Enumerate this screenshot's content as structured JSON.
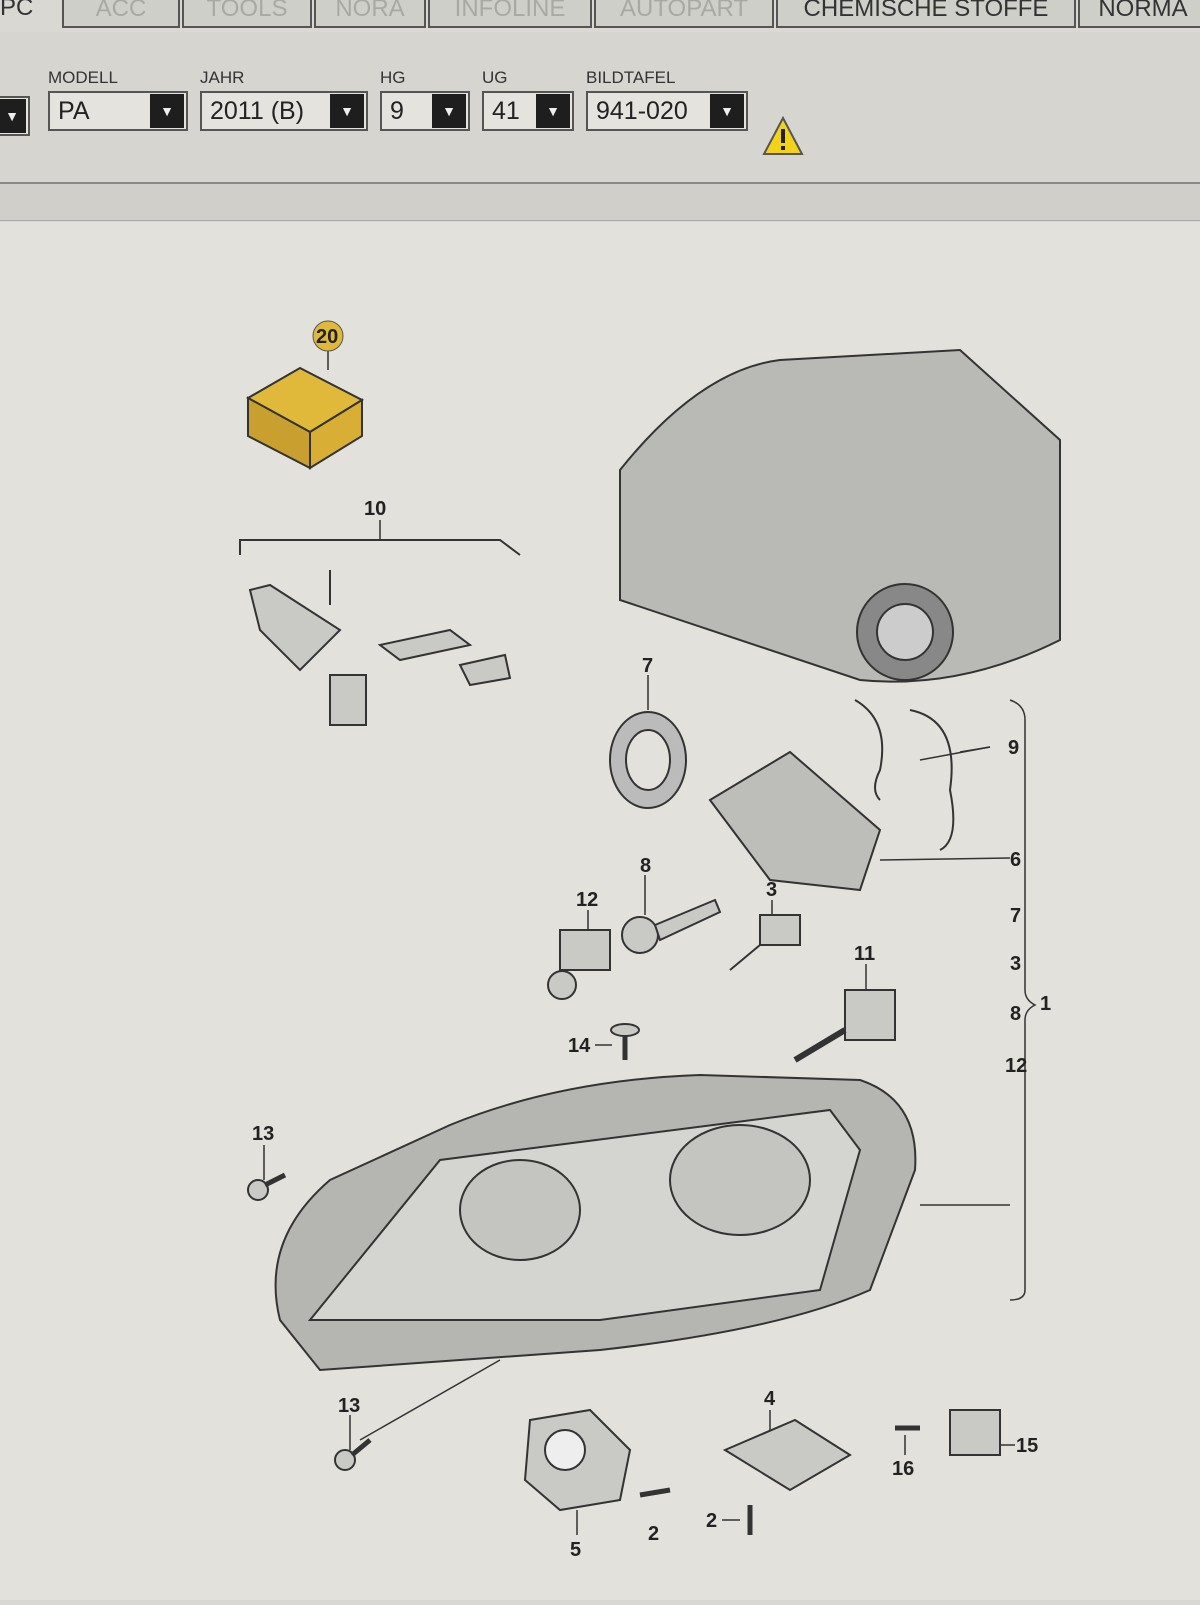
{
  "tabs": [
    {
      "label": "PC"
    },
    {
      "label": "ACC"
    },
    {
      "label": "TOOLS"
    },
    {
      "label": "NORA"
    },
    {
      "label": "INFOLINE"
    },
    {
      "label": "AUTOPART"
    },
    {
      "label": "CHEMISCHE STOFFE"
    },
    {
      "label": "NORMA"
    }
  ],
  "selectors": {
    "modell": {
      "label": "MODELL",
      "value": "PA"
    },
    "jahr": {
      "label": "JAHR",
      "value": "2011 (B)"
    },
    "hg": {
      "label": "HG",
      "value": "9"
    },
    "ug": {
      "label": "UG",
      "value": "41"
    },
    "bildtafel": {
      "label": "BILDTAFEL",
      "value": "941-020"
    }
  },
  "icons": {
    "dropdown": "triangle-down",
    "warning": "warning-triangle"
  },
  "colors": {
    "highlight": "#e0b93a",
    "warning": "#f2d21b"
  },
  "diagram": {
    "callouts": {
      "c20": "20",
      "c10": "10",
      "c7": "7",
      "c9": "9",
      "c6": "6",
      "c8": "8",
      "c3": "3",
      "c12": "12",
      "c11": "11",
      "c14": "14",
      "c13a": "13",
      "c13b": "13",
      "c4": "4",
      "c15": "15",
      "c16": "16",
      "c2a": "2",
      "c2b": "2",
      "c5": "5",
      "c1": "1"
    },
    "assembly_list": [
      "7",
      "3",
      "8",
      "12"
    ]
  }
}
